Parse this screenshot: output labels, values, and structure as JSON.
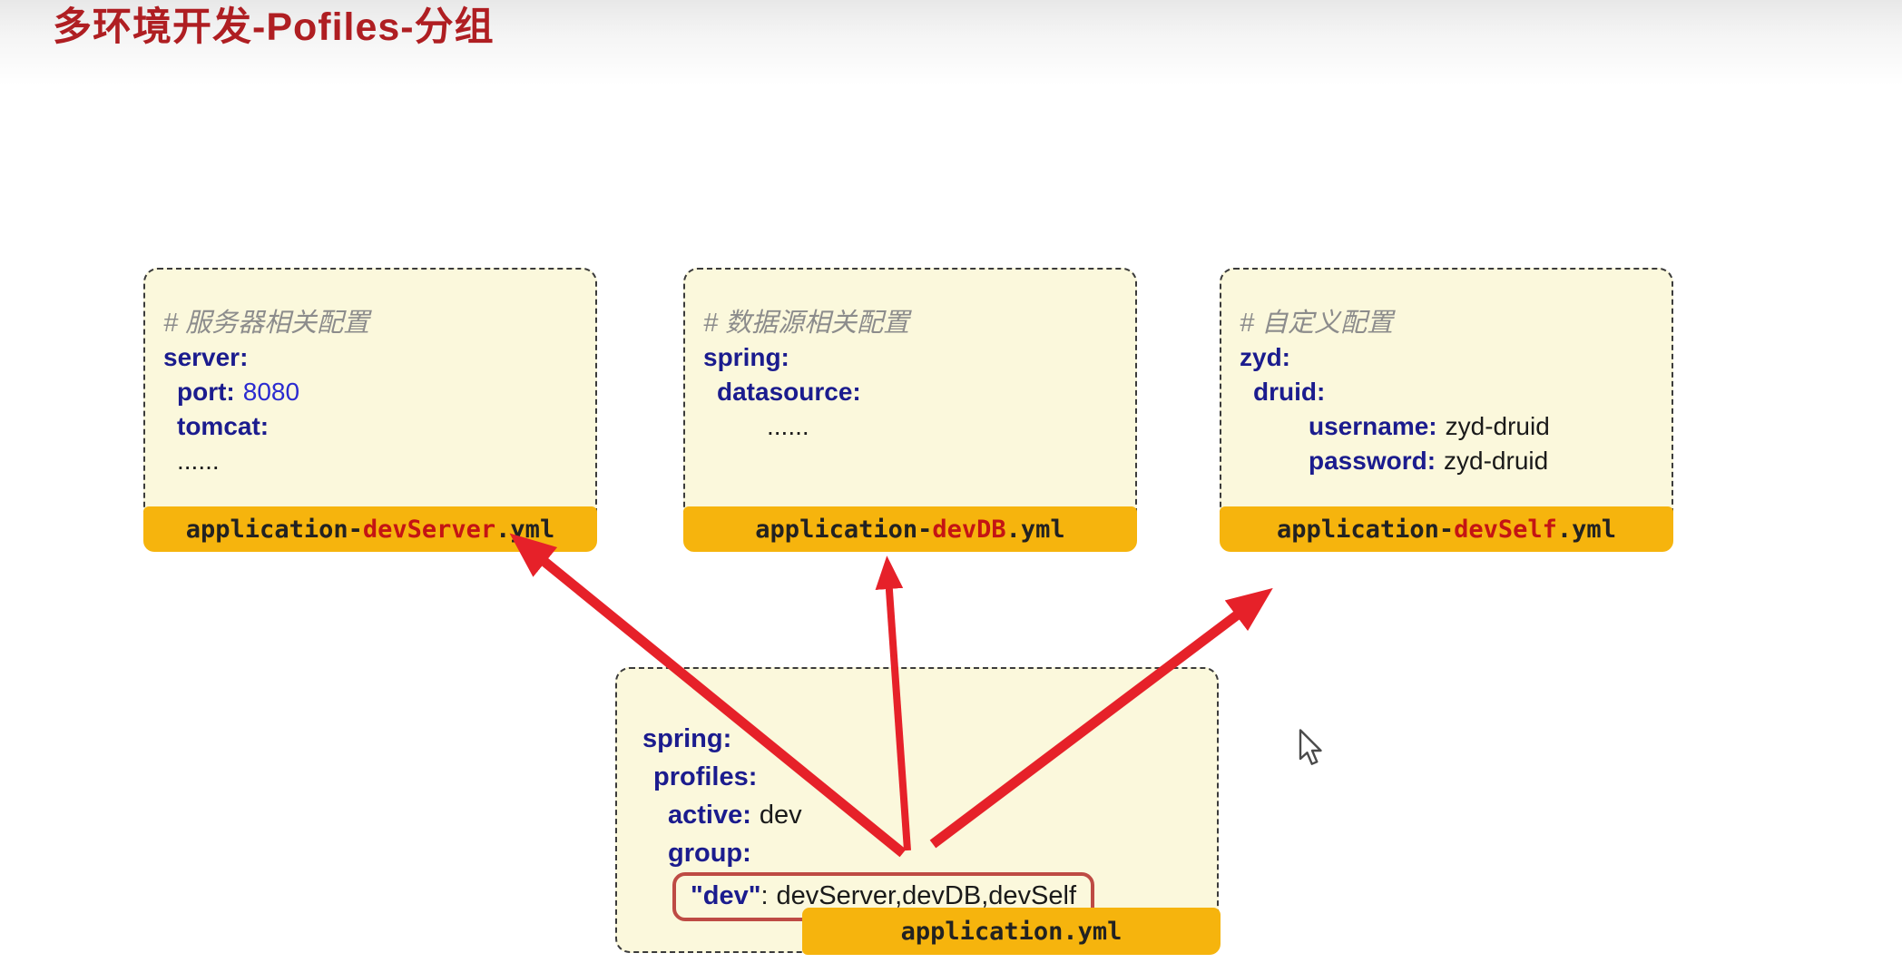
{
  "title": "多环境开发-Pofiles-分组",
  "colors": {
    "title_red": "#AF1E22",
    "arrow_red": "#E62129",
    "key_blue": "#1B1C8E",
    "value_blue": "#2B2BD0",
    "comment_gray": "#8C8C8C",
    "box_background": "#FBF8DC",
    "band_orange": "#F6B40D",
    "filename_env_red": "#C41414",
    "highlight_border_red": "#BE4B44"
  },
  "boxes": {
    "server": {
      "comment": "# 服务器相关配置",
      "l1k": "server:",
      "l2k": "port:",
      "l2v": "8080",
      "l3k": "tomcat:",
      "dots": "......",
      "file_pre": "application-",
      "file_env": "devServer",
      "file_ext": ".yml"
    },
    "db": {
      "comment": "# 数据源相关配置",
      "l1k": "spring:",
      "l2k": "datasource:",
      "dots": "......",
      "file_pre": "application-",
      "file_env": "devDB",
      "file_ext": ".yml"
    },
    "self": {
      "comment": "# 自定义配置",
      "l1k": "zyd:",
      "l2k": "druid:",
      "l3k": "username:",
      "l3v": "zyd-druid",
      "l4k": "password:",
      "l4v": "zyd-druid",
      "file_pre": "application-",
      "file_env": "devSelf",
      "file_ext": ".yml"
    }
  },
  "main": {
    "l1k": "spring:",
    "l2k": "profiles:",
    "l3k": "active:",
    "l3v": "dev",
    "l4k": "group:",
    "l5k": "\"dev\"",
    "l5c": ":",
    "l5v": "devServer,devDB,devSelf",
    "file": "application.yml"
  }
}
